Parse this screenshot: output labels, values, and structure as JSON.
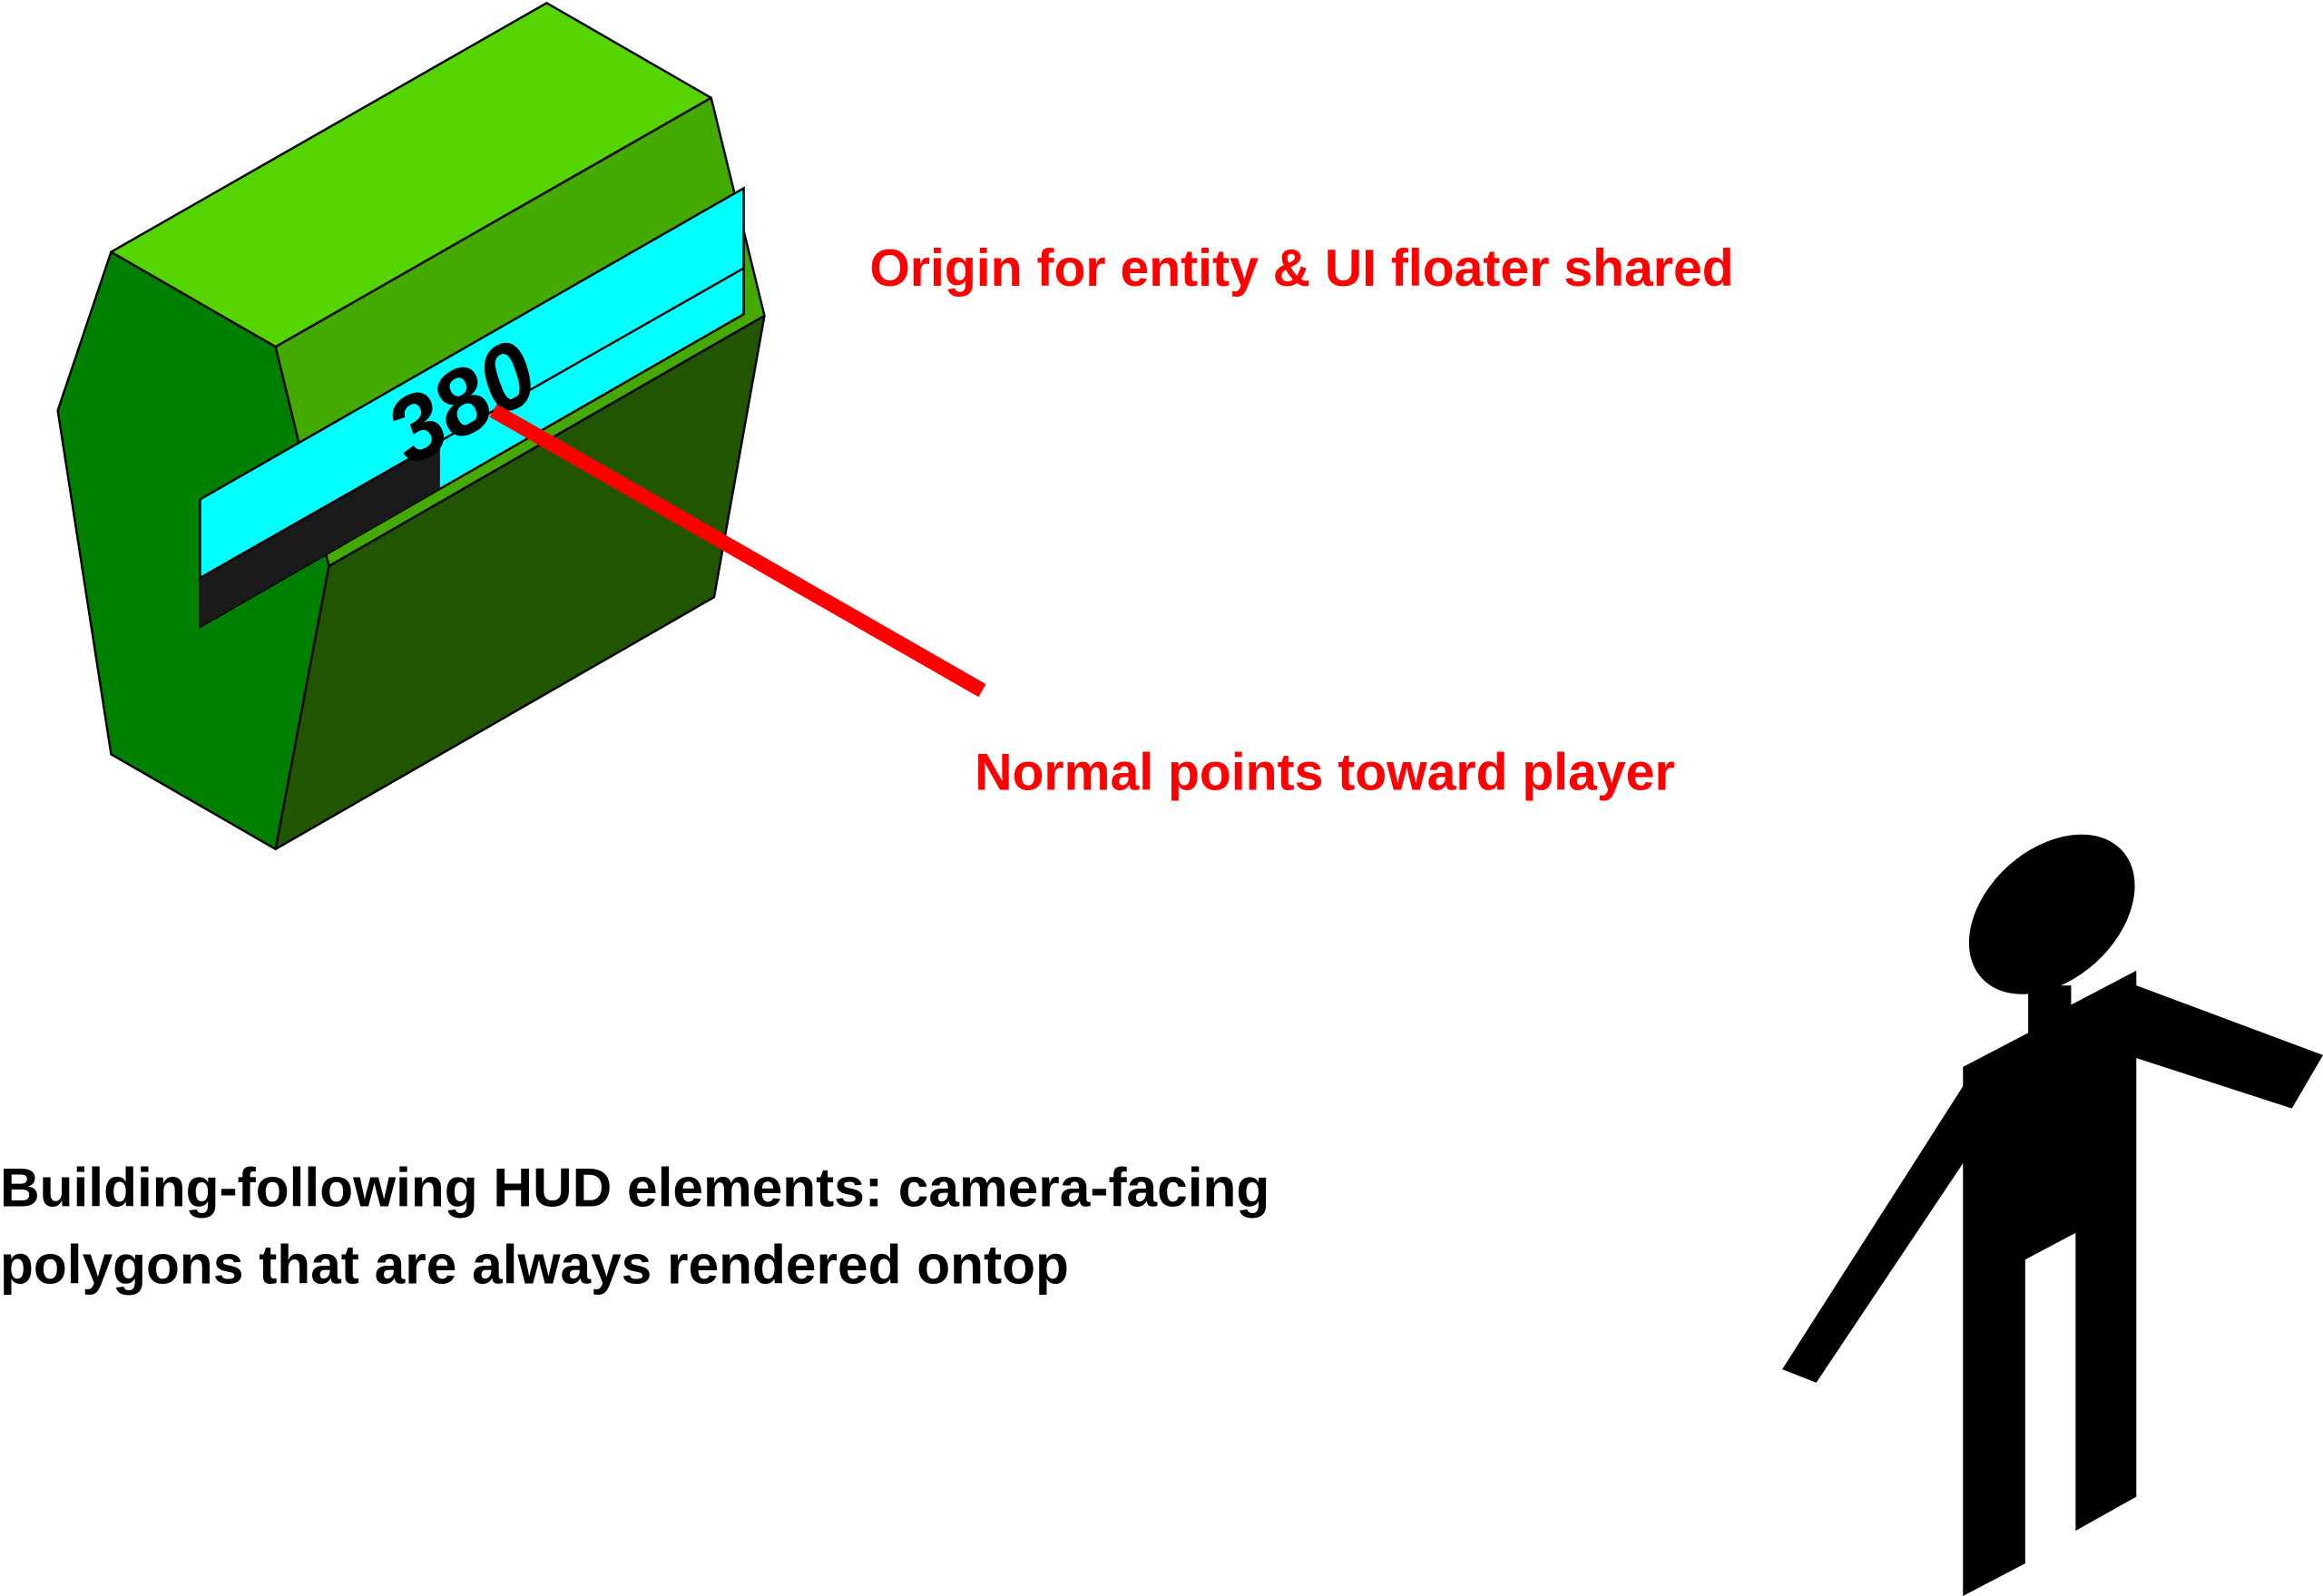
{
  "diagram": {
    "hud_value": "380",
    "labels": {
      "origin": "Origin for entity & UI floater shared",
      "normal": "Normal points toward player",
      "caption_line1": "Building-following HUD elements: camera-facing",
      "caption_line2": "polygons that are always rendered ontop"
    },
    "colors": {
      "top_face": "#55d400",
      "right_upper_face": "#44aa00",
      "left_face": "#008000",
      "right_lower_face": "#225500",
      "hud_bar": "#00ffff",
      "hud_bar_empty": "#1a1a1a",
      "annotation": "#ff0000",
      "player": "#000000"
    },
    "hud_fill_fraction": 0.56
  }
}
